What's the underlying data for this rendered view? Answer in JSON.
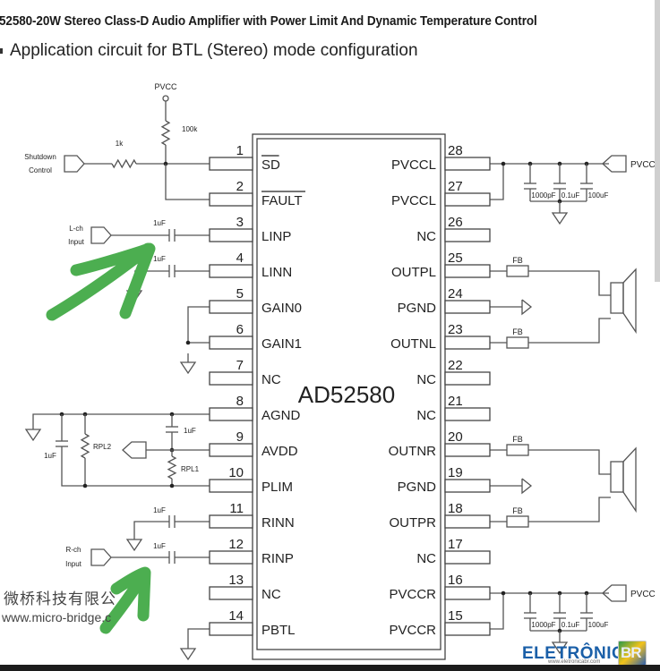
{
  "header": {
    "title": "52580-20W Stereo Class-D Audio Amplifier with Power Limit And Dynamic Temperature Control",
    "subtitle": "Application circuit for BTL (Stereo) mode configuration"
  },
  "chip": {
    "name": "AD52580",
    "left_pins": [
      {
        "num": "1",
        "label": "SD",
        "overbar": true
      },
      {
        "num": "2",
        "label": "FAULT",
        "overbar": true
      },
      {
        "num": "3",
        "label": "LINP"
      },
      {
        "num": "4",
        "label": "LINN"
      },
      {
        "num": "5",
        "label": "GAIN0"
      },
      {
        "num": "6",
        "label": "GAIN1"
      },
      {
        "num": "7",
        "label": "NC"
      },
      {
        "num": "8",
        "label": "AGND"
      },
      {
        "num": "9",
        "label": "AVDD"
      },
      {
        "num": "10",
        "label": "PLIM"
      },
      {
        "num": "11",
        "label": "RINN"
      },
      {
        "num": "12",
        "label": "RINP"
      },
      {
        "num": "13",
        "label": "NC"
      },
      {
        "num": "14",
        "label": "PBTL"
      }
    ],
    "right_pins": [
      {
        "num": "28",
        "label": "PVCCL"
      },
      {
        "num": "27",
        "label": "PVCCL"
      },
      {
        "num": "26",
        "label": "NC"
      },
      {
        "num": "25",
        "label": "OUTPL"
      },
      {
        "num": "24",
        "label": "PGND"
      },
      {
        "num": "23",
        "label": "OUTNL"
      },
      {
        "num": "22",
        "label": "NC"
      },
      {
        "num": "21",
        "label": "NC"
      },
      {
        "num": "20",
        "label": "OUTNR"
      },
      {
        "num": "19",
        "label": "PGND"
      },
      {
        "num": "18",
        "label": "OUTPR"
      },
      {
        "num": "17",
        "label": "NC"
      },
      {
        "num": "16",
        "label": "PVCCR"
      },
      {
        "num": "15",
        "label": "PVCCR"
      }
    ]
  },
  "labels": {
    "pvcc_top": "PVCC",
    "r_100k": "100k",
    "r_1k": "1k",
    "shutdown_1": "Shutdown",
    "shutdown_2": "Control",
    "lch_1": "L-ch",
    "lch_2": "Input",
    "rch_1": "R-ch",
    "rch_2": "Input",
    "cap_1uF": "1uF",
    "rpl1": "RPL1",
    "rpl2": "RPL2",
    "cap_1000pF": "1000pF",
    "cap_01uF": "0.1uF",
    "cap_100uF": "100uF",
    "pvcc_right": "PVCC",
    "fb": "FB"
  },
  "watermark": {
    "company_cn": "微桥科技有限公",
    "url": "www.micro-bridge.c"
  },
  "logo": {
    "name": "ELETRÔNICA",
    "badge": "BR",
    "url": "www.eletronicabr.com"
  },
  "annotation": {
    "arrow_color": "#4cae50"
  }
}
